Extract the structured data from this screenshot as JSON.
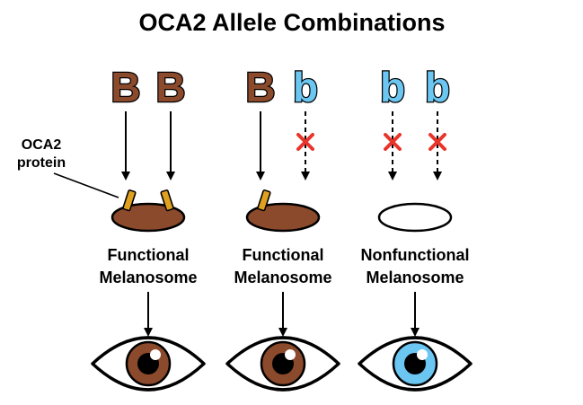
{
  "title": "OCA2 Allele Combinations",
  "protein_label": {
    "line1": "OCA2",
    "line2": "protein"
  },
  "colors": {
    "dominant": "#8B4A2B",
    "recessive": "#6CC6F2",
    "protein": "#E0A020",
    "blocked": "#E8342A",
    "brown_iris": "#8B4A2B",
    "blue_iris": "#6CC6F2"
  },
  "columns": [
    {
      "alleles": [
        {
          "letter": "B",
          "type": "dominant",
          "functional": true
        },
        {
          "letter": "B",
          "type": "dominant",
          "functional": true
        }
      ],
      "melanosome": {
        "functional": true,
        "line1": "Functional",
        "line2": "Melanosome"
      },
      "eye_color": "brown"
    },
    {
      "alleles": [
        {
          "letter": "B",
          "type": "dominant",
          "functional": true
        },
        {
          "letter": "b",
          "type": "recessive",
          "functional": false
        }
      ],
      "melanosome": {
        "functional": true,
        "line1": "Functional",
        "line2": "Melanosome"
      },
      "eye_color": "brown"
    },
    {
      "alleles": [
        {
          "letter": "b",
          "type": "recessive",
          "functional": false
        },
        {
          "letter": "b",
          "type": "recessive",
          "functional": false
        }
      ],
      "melanosome": {
        "functional": false,
        "line1": "Nonfunctional",
        "line2": "Melanosome"
      },
      "eye_color": "blue"
    }
  ]
}
